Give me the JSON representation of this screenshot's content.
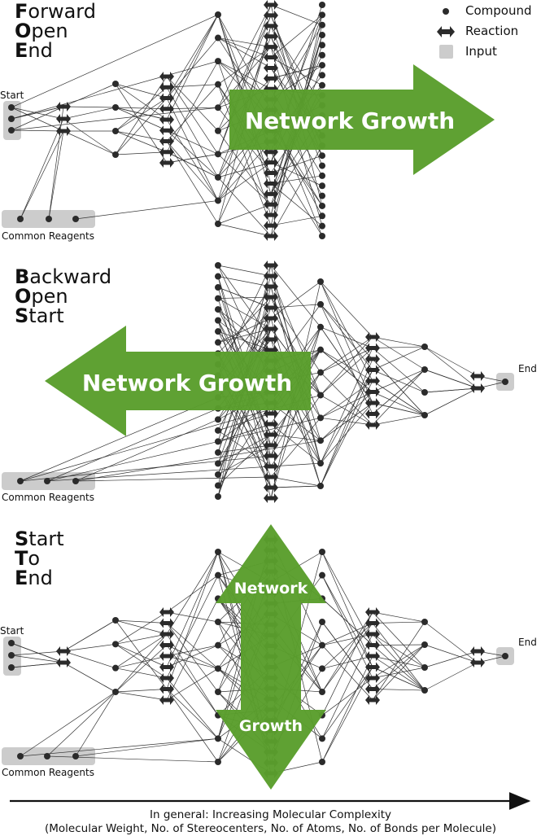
{
  "legend": {
    "compound": "Compound",
    "reaction": "Reaction",
    "input": "Input"
  },
  "panels": [
    {
      "id": "forward",
      "title_lines": [
        {
          "initial": "F",
          "rest": "orward"
        },
        {
          "initial": "O",
          "rest": "pen"
        },
        {
          "initial": "E",
          "rest": "nd"
        }
      ],
      "start_label": "Start",
      "reagents_label": "Common Reagents",
      "growth_label": "Network Growth"
    },
    {
      "id": "backward",
      "title_lines": [
        {
          "initial": "B",
          "rest": "ackward"
        },
        {
          "initial": "O",
          "rest": "pen"
        },
        {
          "initial": "S",
          "rest": "tart"
        }
      ],
      "end_label": "End",
      "reagents_label": "Common Reagents",
      "growth_label": "Network Growth"
    },
    {
      "id": "start-to-end",
      "title_lines": [
        {
          "initial": "S",
          "rest": "tart"
        },
        {
          "initial": "T",
          "rest": "o"
        },
        {
          "initial": "E",
          "rest": "nd"
        }
      ],
      "start_label": "Start",
      "end_label": "End",
      "reagents_label": "Common Reagents",
      "growth_top_label": "Network",
      "growth_bottom_label": "Growth"
    }
  ],
  "caption": {
    "line1": "In general: Increasing Molecular Complexity",
    "line2": "(Molecular Weight, No. of Stereocenters, No. of Atoms, No. of Bonds per Molecule)"
  },
  "colors": {
    "arrow_green": "#5a9e2c",
    "input_gray": "#cccccc",
    "node": "#2b2b2b",
    "edge": "#333333"
  }
}
